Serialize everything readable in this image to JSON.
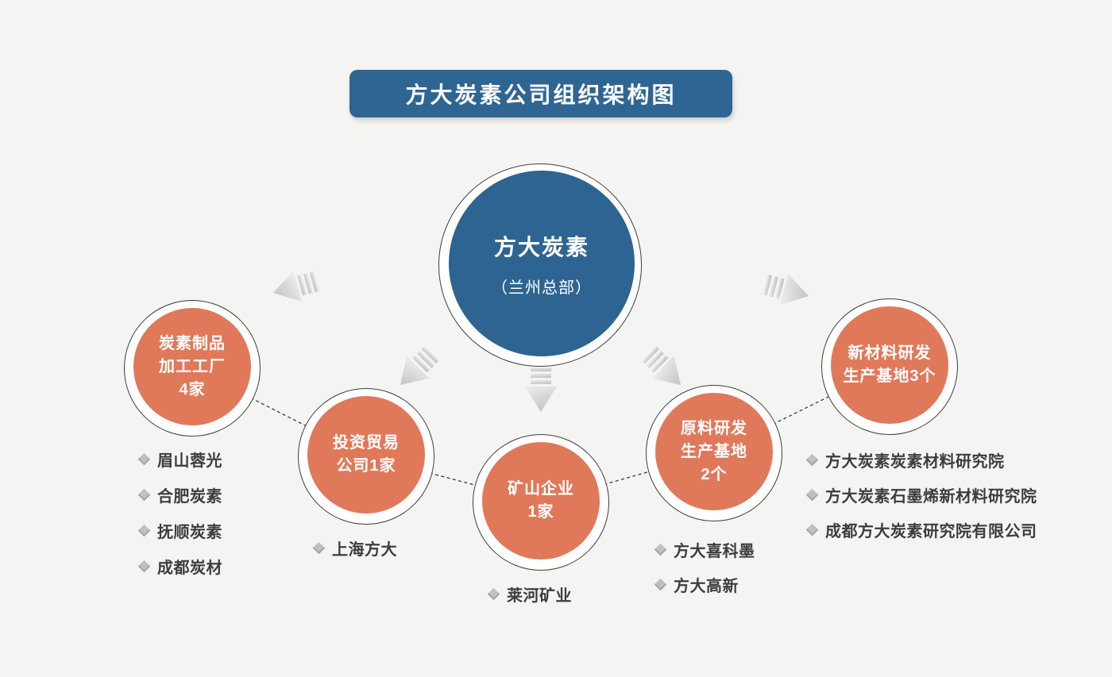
{
  "title": "方大炭素公司组织架构图",
  "root": {
    "name": "方大炭素",
    "subtitle": "（兰州总部）"
  },
  "branches": [
    {
      "label_lines": [
        "炭素制品",
        "加工工厂",
        "4家"
      ],
      "children": [
        "眉山蓉光",
        "合肥炭素",
        "抚顺炭素",
        "成都炭材"
      ]
    },
    {
      "label_lines": [
        "投资贸易",
        "公司1家"
      ],
      "children": [
        "上海方大"
      ]
    },
    {
      "label_lines": [
        "矿山企业",
        "1家"
      ],
      "children": [
        "莱河矿业"
      ]
    },
    {
      "label_lines": [
        "原料研发",
        "生产基地",
        "2个"
      ],
      "children": [
        "方大喜科墨",
        "方大高新"
      ]
    },
    {
      "label_lines": [
        "新材料研发",
        "生产基地3个"
      ],
      "children": [
        "方大炭素炭素材料研究院",
        "方大炭素石墨烯新材料研究院",
        "成都方大炭素研究院有限公司"
      ]
    }
  ],
  "colors": {
    "primary_blue": "#2E6491",
    "banner_blue": "#2F6592",
    "node_orange": "#E0795A",
    "background": "#F4F4F2",
    "text_dark": "#3D3D3D",
    "bullet_gray": "#C0C0C0",
    "ring_border": "#3C3C3C"
  },
  "icons": {
    "bullet": "diamond-icon",
    "arrow": "striped-arrow-icon"
  }
}
